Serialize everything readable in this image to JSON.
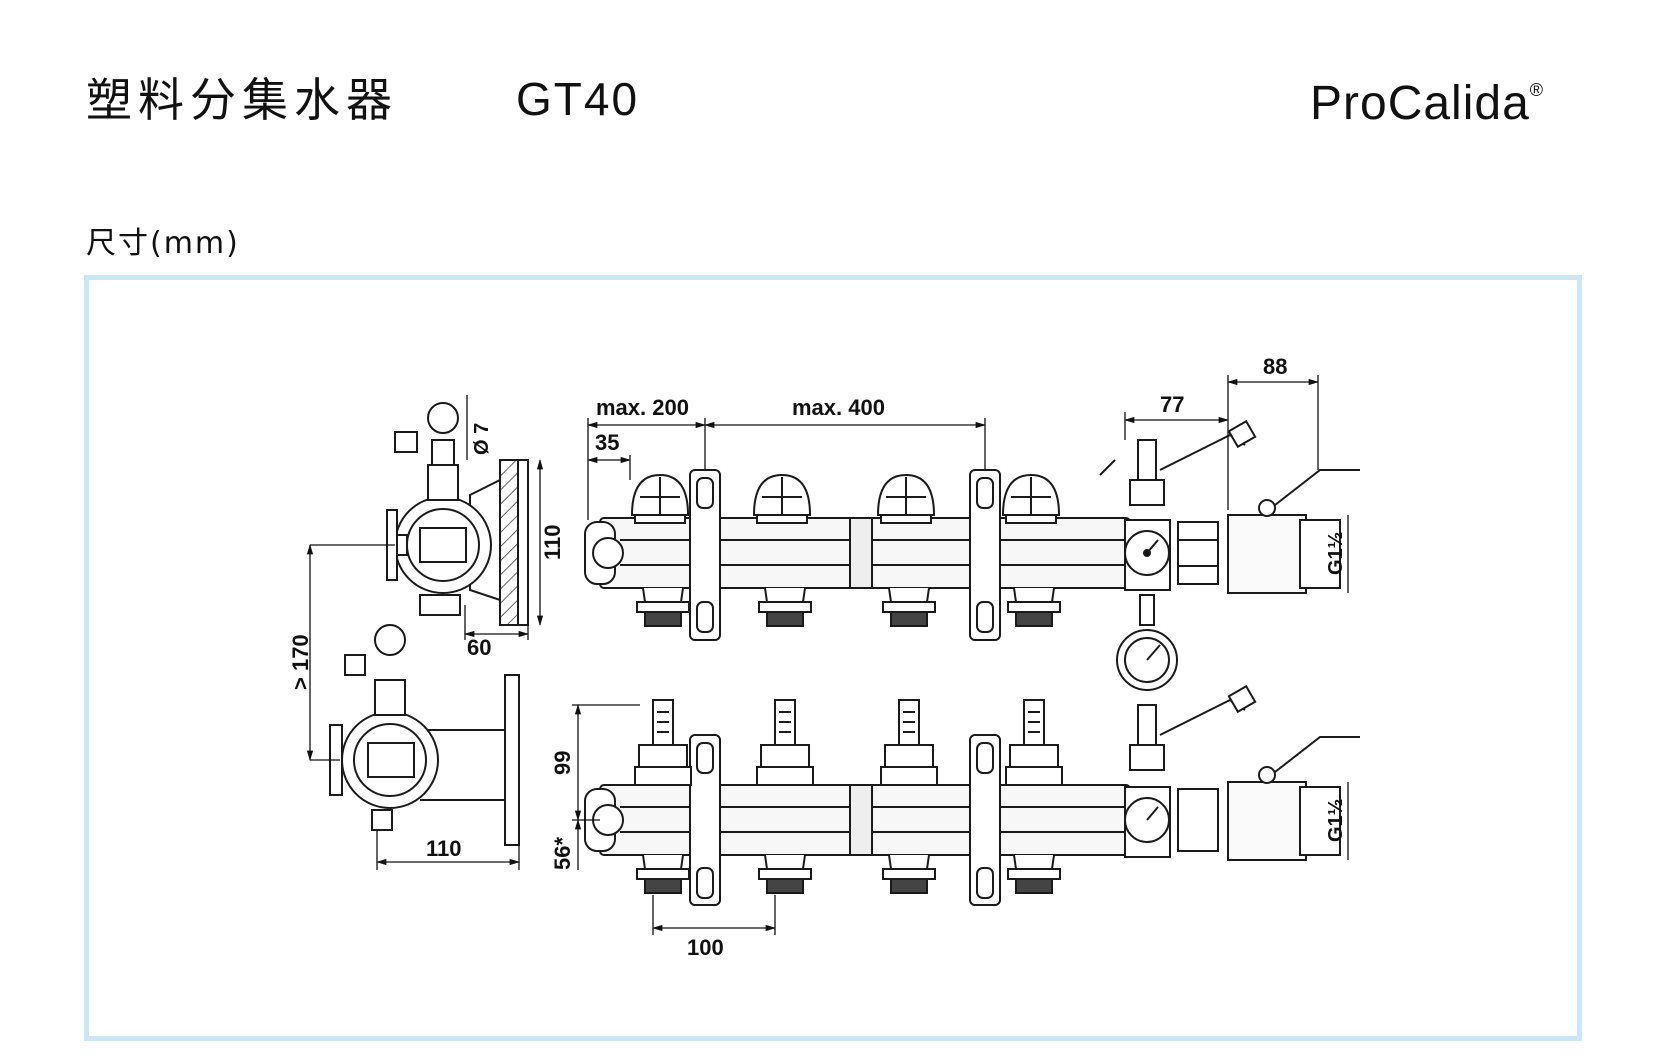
{
  "header": {
    "title": "塑料分集水器",
    "model": "GT40",
    "brand": "ProCalida",
    "brand_mark": "®"
  },
  "section": {
    "label": "尺寸(mm)"
  },
  "dimensions": {
    "max200": "max. 200",
    "max400": "max. 400",
    "d35": "35",
    "d77": "77",
    "d88": "88",
    "d110_side": "110",
    "d60": "60",
    "phi7": "Ø 7",
    "gt170": "> 170",
    "d110_bottom": "110",
    "d99": "99",
    "d56": "56*",
    "d100": "100",
    "thread_top": "G1½",
    "thread_bottom": "G1½"
  },
  "colors": {
    "frame": "#cbe7f6",
    "line": "#1a1a1a"
  }
}
